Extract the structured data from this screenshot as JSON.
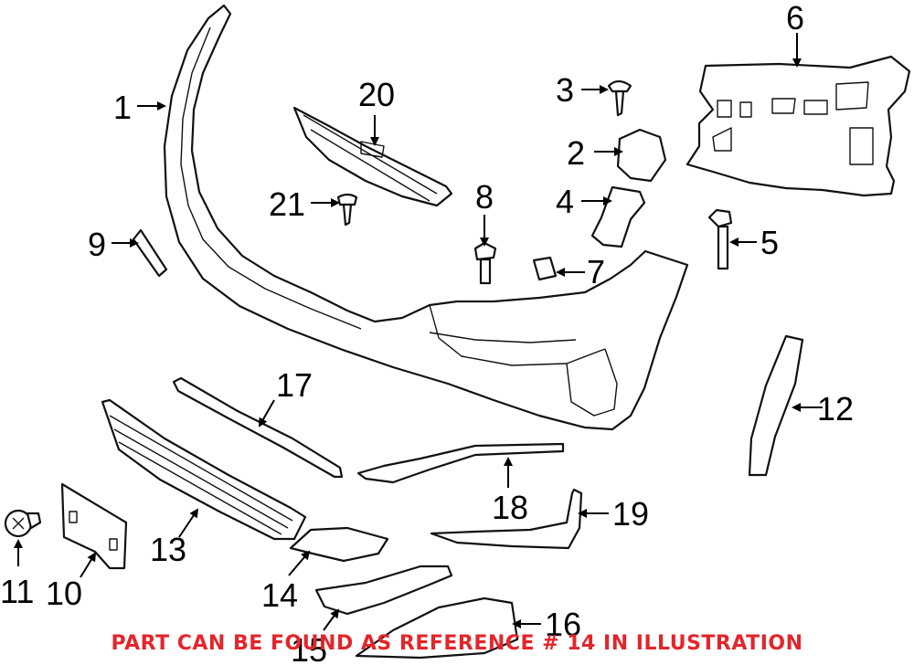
{
  "callouts": {
    "n1": "1",
    "n2": "2",
    "n3": "3",
    "n4": "4",
    "n5": "5",
    "n6": "6",
    "n7": "7",
    "n8": "8",
    "n9": "9",
    "n10": "10",
    "n11": "11",
    "n12": "12",
    "n13": "13",
    "n14": "14",
    "n15": "15",
    "n16": "16",
    "n17": "17",
    "n18": "18",
    "n19": "19",
    "n20": "20",
    "n21": "21"
  },
  "note": {
    "text": "PART CAN BE FOUND AS REFERENCE # 14 IN ILLUSTRATION",
    "color": "#e3262b"
  }
}
